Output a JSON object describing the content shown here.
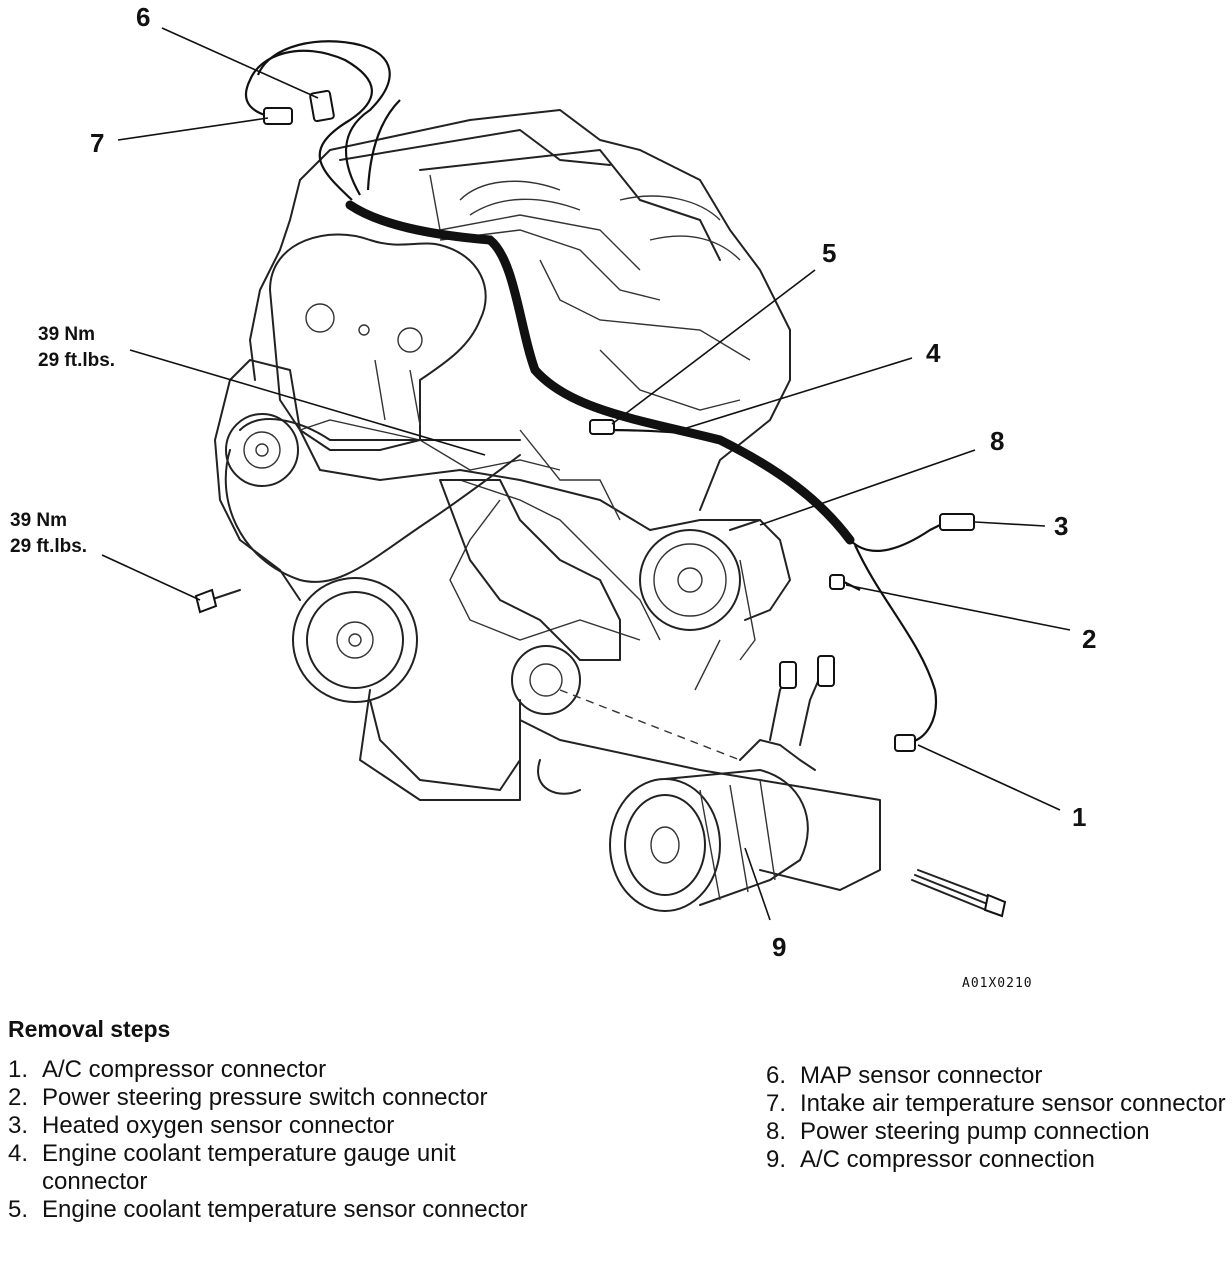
{
  "diagram": {
    "callouts": [
      "6",
      "7",
      "5",
      "4",
      "8",
      "3",
      "2",
      "1",
      "9"
    ],
    "torque_upper": {
      "nm": "39 Nm",
      "ftlbs": "29 ft.lbs."
    },
    "torque_lower": {
      "nm": "39 Nm",
      "ftlbs": "29 ft.lbs."
    },
    "figure_code": "A01X0210"
  },
  "removal": {
    "title": "Removal steps",
    "left": [
      {
        "num": "1.",
        "text": "A/C compressor connector"
      },
      {
        "num": "2.",
        "text": "Power steering pressure switch connector"
      },
      {
        "num": "3.",
        "text": "Heated oxygen sensor connector"
      },
      {
        "num": "4.",
        "text": "Engine coolant temperature gauge unit connector"
      },
      {
        "num": "5.",
        "text": "Engine coolant temperature sensor connector"
      }
    ],
    "right": [
      {
        "num": "6.",
        "text": "MAP sensor connector"
      },
      {
        "num": "7.",
        "text": "Intake air temperature sensor connector"
      },
      {
        "num": "8.",
        "text": "Power steering pump connection"
      },
      {
        "num": "9.",
        "text": "A/C compressor connection"
      }
    ]
  }
}
